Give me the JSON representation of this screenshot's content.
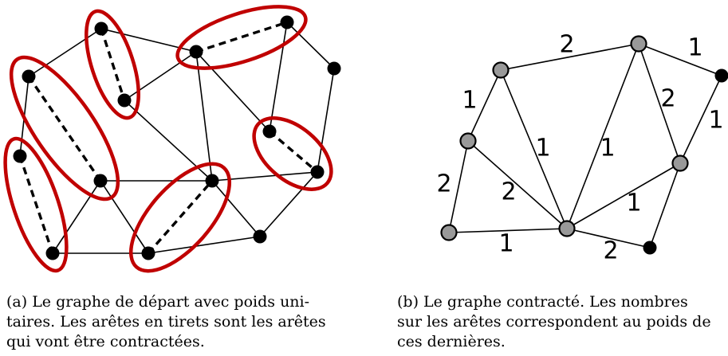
{
  "colors": {
    "ellipse": "#c00000",
    "node_black": "#000000",
    "node_gray": "#999999",
    "edge": "#000000"
  },
  "captions": {
    "a": {
      "line1": "(a) Le graphe de départ avec poids uni-",
      "line2": "taires. Les arêtes en tirets sont les arêtes",
      "line3": "qui vont être contractées."
    },
    "b": {
      "line1": "(b) Le graphe contracté. Les nombres",
      "line2": "sur les arêtes correspondent au poids de",
      "line3": "ces dernières."
    }
  },
  "weights": [
    "2",
    "1",
    "1",
    "2",
    "1",
    "1",
    "1",
    "2",
    "2",
    "1",
    "1",
    "2"
  ]
}
